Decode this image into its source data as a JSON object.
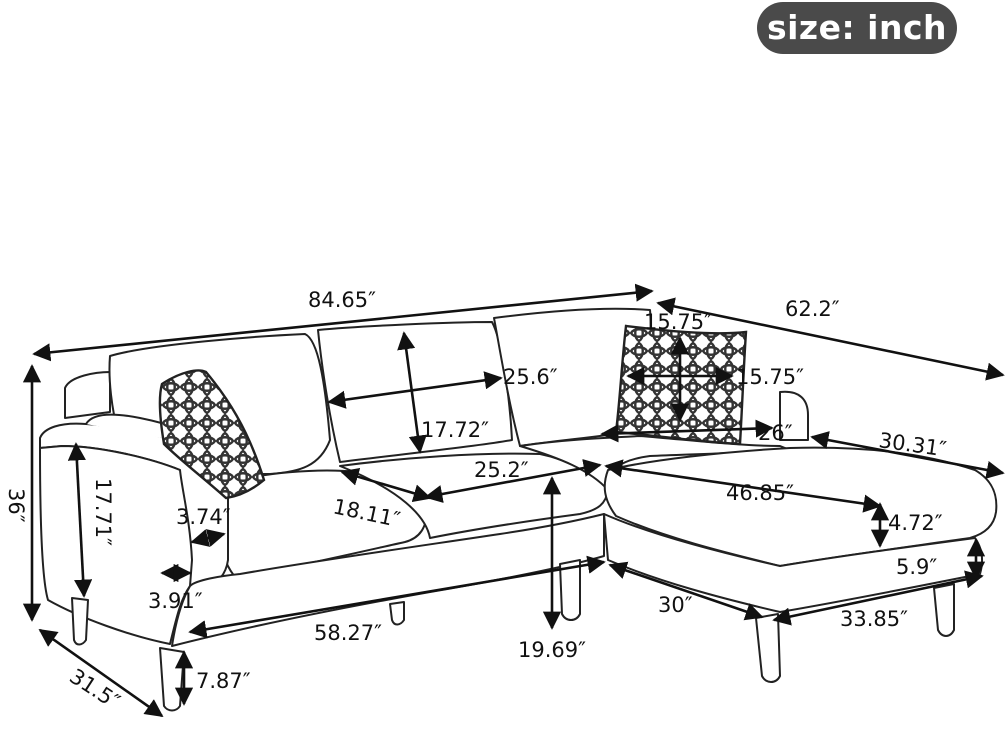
{
  "badge": {
    "label": "size: inch"
  },
  "dimensions": {
    "overall_width": "84.65″",
    "overall_depth": "62.2″",
    "overall_height": "36″",
    "chaise_depth": "31.5″",
    "back_height": "25.6″",
    "back_cushion_height": "17.72″",
    "pillow_width": "15.75″",
    "pillow_height": "15.75″",
    "chaise_back_width": "26″",
    "chaise_right_depth": "30.31″",
    "seat_width": "25.2″",
    "seat_depth": "18.11″",
    "chaise_length": "46.85″",
    "arm_height": "17.71″",
    "arm_width_top": "3.74″",
    "arm_width_bottom": "3.91″",
    "cushion_thickness": "4.72″",
    "base_thickness": "5.9″",
    "sofa_length": "58.27″",
    "seat_height": "19.69″",
    "chaise_width": "30″",
    "chaise_front_length": "33.85″",
    "leg_height": "7.87″"
  }
}
